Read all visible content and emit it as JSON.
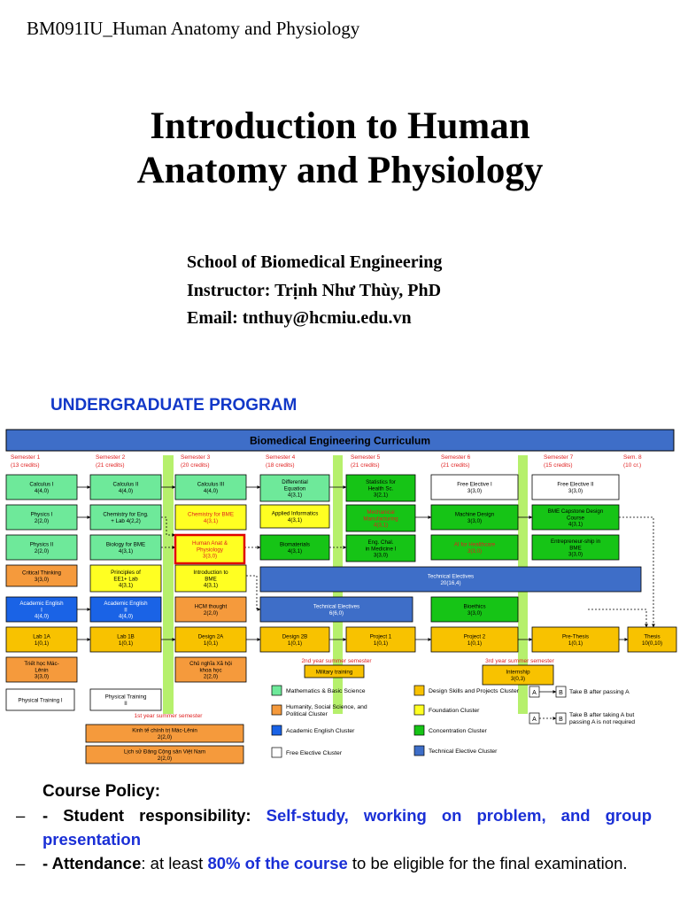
{
  "header": {
    "course_code": "BM091IU_Human Anatomy and Physiology",
    "title_line1": "Introduction to Human",
    "title_line2": "Anatomy and Physiology",
    "school": "School of Biomedical Engineering",
    "instructor": "Instructor: Trịnh Như Thùy, PhD",
    "email": "Email: tnthuy@hcmiu.edu.vn"
  },
  "program_heading": "UNDERGRADUATE PROGRAM",
  "colors": {
    "math_science": "#6ee99a",
    "humanity": "#f59a3c",
    "academic_english": "#1a63e6",
    "free_elective": "#ffffff",
    "design_skills": "#f8c200",
    "foundation": "#ffff22",
    "concentration": "#16c416",
    "technical_elective": "#3e6ec8",
    "summer_bar": "#b6f06c",
    "banner": "#3e6ec8",
    "red_text": "#e02020"
  },
  "chart_data": {
    "type": "table",
    "title": "Biomedical Engineering Curriculum",
    "semesters": [
      {
        "label": "Semester 1",
        "credits": "(13 credits)"
      },
      {
        "label": "Semester 2",
        "credits": "(21 credits)"
      },
      {
        "label": "Semester 3",
        "credits": "(20 credits)"
      },
      {
        "label": "Semester 4",
        "credits": "(18 credits)"
      },
      {
        "label": "Semester 5",
        "credits": "(21 credits)"
      },
      {
        "label": "Semester 6",
        "credits": "(21 credits)"
      },
      {
        "label": "Semester 7",
        "credits": "(15 credits)"
      },
      {
        "label": "Sem. 8",
        "credits": "(10 cr.)"
      }
    ],
    "courses": [
      {
        "lines": [
          "Calculus I",
          "4(4,0)"
        ],
        "cluster": "math_science",
        "semester": 1
      },
      {
        "lines": [
          "Physics I",
          "2(2,0)"
        ],
        "cluster": "math_science",
        "semester": 1
      },
      {
        "lines": [
          "Physics II",
          "2(2,0)"
        ],
        "cluster": "math_science",
        "semester": 1
      },
      {
        "lines": [
          "Critical Thinking",
          "3(3,0)"
        ],
        "cluster": "humanity",
        "semester": 1
      },
      {
        "lines": [
          "Academic English",
          "I",
          "4(4,0)"
        ],
        "cluster": "academic_english",
        "semester": 1
      },
      {
        "lines": [
          "Lab 1A",
          "1(0,1)"
        ],
        "cluster": "design_skills",
        "semester": 1
      },
      {
        "lines": [
          "Triết học Mác-",
          "Lênin",
          "3(3,0)"
        ],
        "cluster": "humanity",
        "semester": 1
      },
      {
        "lines": [
          "Physical Training I"
        ],
        "cluster": "free_elective",
        "semester": 1
      },
      {
        "lines": [
          "Calculus II",
          "4(4,0)"
        ],
        "cluster": "math_science",
        "semester": 2
      },
      {
        "lines": [
          "Chemistry for Eng.",
          "+ Lab 4(2,2)"
        ],
        "cluster": "math_science",
        "semester": 2
      },
      {
        "lines": [
          "Biology for BME",
          "4(3,1)"
        ],
        "cluster": "math_science",
        "semester": 2
      },
      {
        "lines": [
          "Principles of",
          "EE1+ Lab",
          "4(3,1)"
        ],
        "cluster": "foundation",
        "semester": 2
      },
      {
        "lines": [
          "Academic English",
          "II",
          "4(4,0)"
        ],
        "cluster": "academic_english",
        "semester": 2
      },
      {
        "lines": [
          "Lab 1B",
          "1(0,1)"
        ],
        "cluster": "design_skills",
        "semester": 2
      },
      {
        "lines": [
          "Physical Training",
          "II"
        ],
        "cluster": "free_elective",
        "semester": 2
      },
      {
        "lines": [
          "Calculus III",
          "4(4,0)"
        ],
        "cluster": "math_science",
        "semester": 3
      },
      {
        "lines": [
          "Chemistry for BME",
          "4(3,1)"
        ],
        "cluster": "foundation",
        "semester": 3
      },
      {
        "lines": [
          "Human Anat &",
          "Physiology",
          "3(3,0)"
        ],
        "cluster": "foundation",
        "semester": 3
      },
      {
        "lines": [
          "Introduction to",
          "BME",
          "4(3,1)"
        ],
        "cluster": "foundation",
        "semester": 3
      },
      {
        "lines": [
          "HCM thought",
          "2(2,0)"
        ],
        "cluster": "humanity",
        "semester": 3
      },
      {
        "lines": [
          "Design 2A",
          "1(0,1)"
        ],
        "cluster": "design_skills",
        "semester": 3
      },
      {
        "lines": [
          "Chủ nghĩa Xã hội",
          "khoa học",
          "2(2,0)"
        ],
        "cluster": "humanity",
        "semester": 3
      },
      {
        "lines": [
          "Differential",
          "Equation",
          "4(3,1)"
        ],
        "cluster": "math_science",
        "semester": 4
      },
      {
        "lines": [
          "Applied Informatics",
          "4(3,1)"
        ],
        "cluster": "foundation",
        "semester": 4
      },
      {
        "lines": [
          "Biomaterials",
          "4(3,1)"
        ],
        "cluster": "concentration",
        "semester": 4
      },
      {
        "lines": [
          "Technical Electives",
          "6(6,0)"
        ],
        "cluster": "technical_elective",
        "semester": 4
      },
      {
        "lines": [
          "Design 2B",
          "1(0,1)"
        ],
        "cluster": "design_skills",
        "semester": 4
      },
      {
        "lines": [
          "Statistics for",
          "Health Sc.",
          "3(2,1)"
        ],
        "cluster": "concentration",
        "semester": 5
      },
      {
        "lines": [
          "Mechanical",
          "Manufacturing",
          "4(3,1)"
        ],
        "cluster": "concentration",
        "semester": 5
      },
      {
        "lines": [
          "Eng. Chal.",
          "in Medicine I",
          "3(3,0)"
        ],
        "cluster": "concentration",
        "semester": 5
      },
      {
        "lines": [
          "Project 1",
          "1(0,1)"
        ],
        "cluster": "design_skills",
        "semester": 5
      },
      {
        "lines": [
          "Free Elective I",
          "3(3,0)"
        ],
        "cluster": "free_elective",
        "semester": 6
      },
      {
        "lines": [
          "Machine Design",
          "3(3,0)"
        ],
        "cluster": "concentration",
        "semester": 6
      },
      {
        "lines": [
          "AI for Healthcare",
          "3(3,0)"
        ],
        "cluster": "concentration",
        "semester": 6
      },
      {
        "lines": [
          "Bioethics",
          "3(3,0)"
        ],
        "cluster": "concentration",
        "semester": 6
      },
      {
        "lines": [
          "Project 2",
          "1(0,1)"
        ],
        "cluster": "design_skills",
        "semester": 6
      },
      {
        "lines": [
          "Free Elective II",
          "3(3,0)"
        ],
        "cluster": "free_elective",
        "semester": 7
      },
      {
        "lines": [
          "BME Capstone Design",
          "Course",
          "4(3,1)"
        ],
        "cluster": "concentration",
        "semester": 7
      },
      {
        "lines": [
          "Entrepreneur-ship in",
          "BME",
          "3(3,0)"
        ],
        "cluster": "concentration",
        "semester": 7
      },
      {
        "lines": [
          "Pre-Thesis",
          "1(0,1)"
        ],
        "cluster": "design_skills",
        "semester": 7
      },
      {
        "lines": [
          "Thesis",
          "10(0,10)"
        ],
        "cluster": "design_skills",
        "semester": 8
      },
      {
        "lines": [
          "Technical Electives",
          "20(16,4)"
        ],
        "cluster": "technical_elective",
        "semester": 5
      },
      {
        "lines": [
          "Military training"
        ],
        "cluster": "design_skills",
        "semester": 4
      },
      {
        "lines": [
          "Internship",
          "3(0,3)"
        ],
        "cluster": "design_skills",
        "semester": 6
      },
      {
        "lines": [
          "Kinh tế chính trị Mác-Lênin",
          "2(2,0)"
        ],
        "cluster": "humanity",
        "semester": 2
      },
      {
        "lines": [
          "Lịch sử Đảng Cộng sản Việt Nam",
          "2(2,0)"
        ],
        "cluster": "humanity",
        "semester": 2
      }
    ],
    "summer_labels": [
      "1st year summer semester",
      "2nd year summer semester",
      "3rd year summer semester"
    ],
    "legend": [
      {
        "label": "Mathematics & Basic Science",
        "cluster": "math_science"
      },
      {
        "label": "Humanity, Social Science, and Political Cluster",
        "cluster": "humanity"
      },
      {
        "label": "Academic English Cluster",
        "cluster": "academic_english"
      },
      {
        "label": "Free Elective Cluster",
        "cluster": "free_elective"
      },
      {
        "label": "Design Skills and Projects Cluster",
        "cluster": "design_skills"
      },
      {
        "label": "Foundation Cluster",
        "cluster": "foundation"
      },
      {
        "label": "Concentration Cluster",
        "cluster": "concentration"
      },
      {
        "label": "Technical Elective Cluster",
        "cluster": "technical_elective"
      }
    ],
    "arrow_legend": [
      {
        "from": "A",
        "to": "B",
        "text": "Take B after passing A"
      },
      {
        "from": "A",
        "to": "B",
        "text": "Take B after taking A but passing A is not required"
      }
    ]
  },
  "policy": {
    "title": "Course Policy:",
    "items": [
      {
        "dash": "–",
        "prefix": "- ",
        "label": "Student responsibility:",
        "highlight": "Self-study, working on problem, and group presentation",
        "rest": ""
      },
      {
        "dash": "–",
        "prefix": "- ",
        "label": "Attendance",
        "pre": ": at least ",
        "highlight": "80% of the course",
        "rest": " to be eligible for the final examination."
      }
    ]
  }
}
